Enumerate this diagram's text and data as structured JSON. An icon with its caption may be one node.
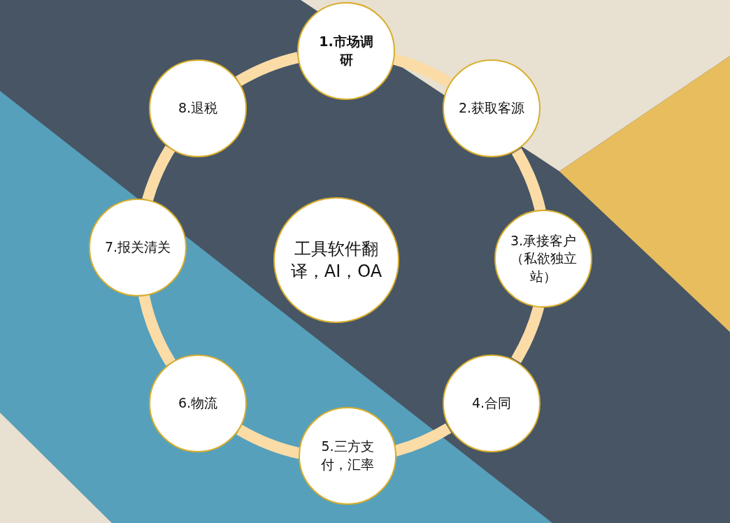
{
  "diagram": {
    "nodes": [
      {
        "text": [
          "工具软件翻译，AI，OA"
        ]
      },
      {
        "text": [
          "1.市场调研"
        ]
      },
      {
        "text": [
          "2.获取客源"
        ]
      },
      {
        "text": [
          "3.承接客户（私欲独立站）"
        ]
      },
      {
        "text": [
          "4.合同"
        ]
      },
      {
        "text": [
          "5.三方支付，汇率"
        ]
      },
      {
        "text": [
          "6.物流"
        ]
      },
      {
        "text": [
          "7.报关清关"
        ]
      },
      {
        "text": [
          "8.退税"
        ]
      }
    ],
    "edges": [
      {
        "from": 1,
        "to": 2,
        "arrow": "none"
      },
      {
        "from": 2,
        "to": 3,
        "arrow": "none"
      },
      {
        "from": 3,
        "to": 4,
        "arrow": "none"
      },
      {
        "from": 4,
        "to": 5,
        "arrow": "none"
      },
      {
        "from": 5,
        "to": 6,
        "arrow": "none"
      },
      {
        "from": 6,
        "to": 7,
        "arrow": "none"
      },
      {
        "from": 7,
        "to": 8,
        "arrow": "none"
      },
      {
        "from": 8,
        "to": 1,
        "arrow": "none"
      }
    ]
  }
}
